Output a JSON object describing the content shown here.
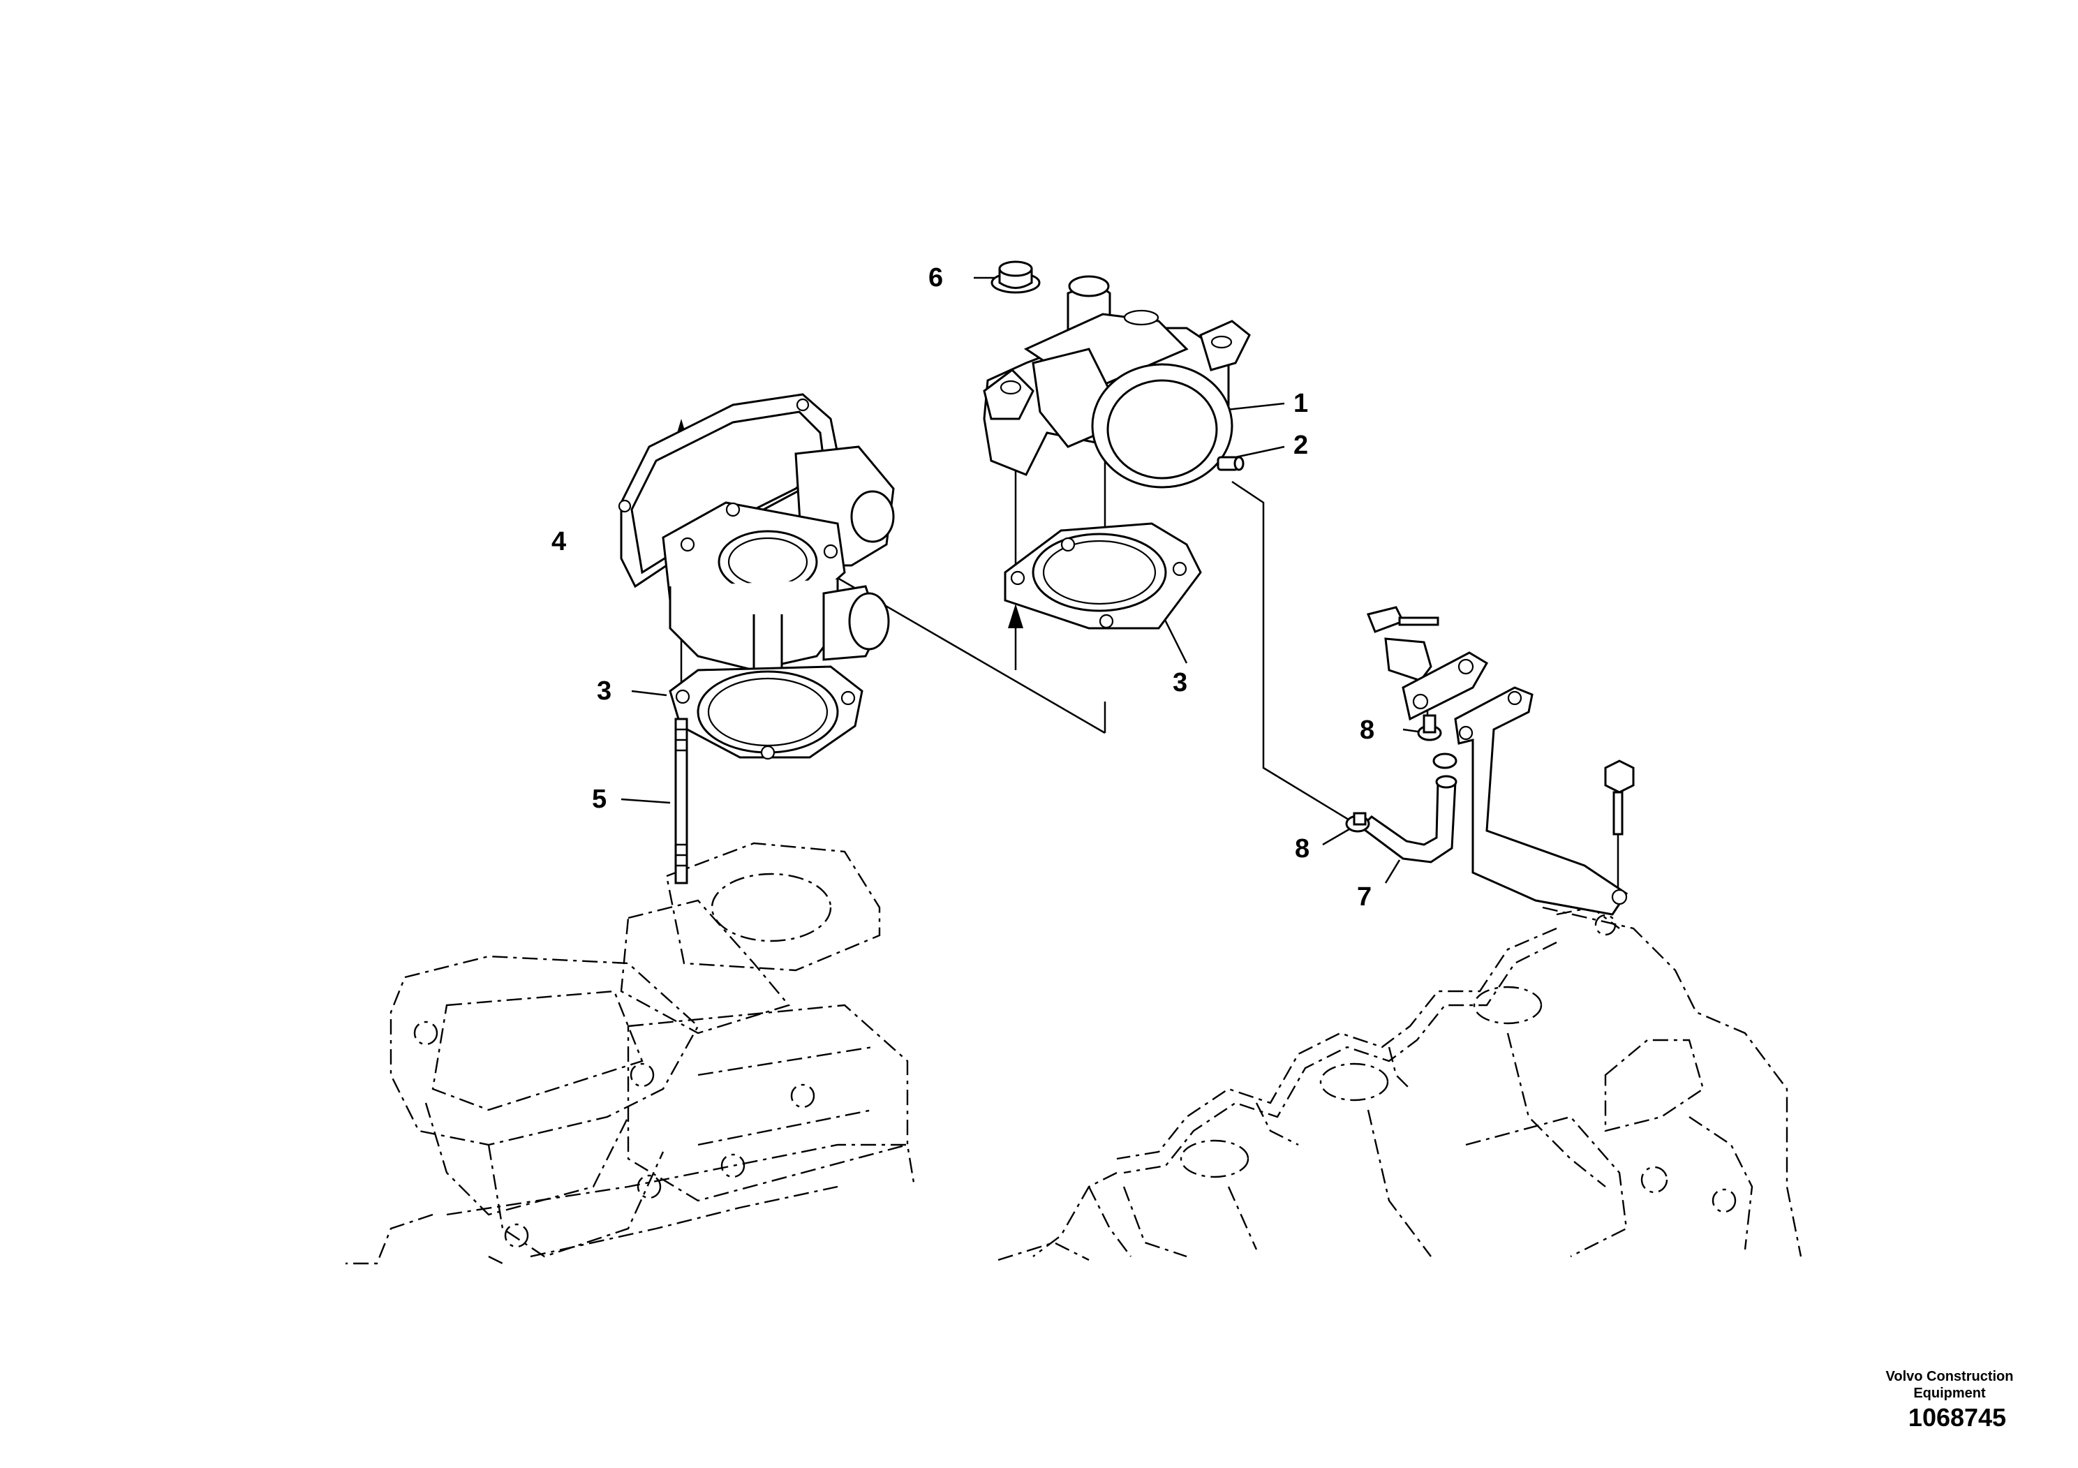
{
  "callouts": {
    "c1": "1",
    "c2": "2",
    "c3a": "3",
    "c3b": "3",
    "c4": "4",
    "c5": "5",
    "c6": "6",
    "c7": "7",
    "c8a": "8",
    "c8b": "8"
  },
  "credit": {
    "company": "Volvo Construction Equipment",
    "id": "1068745"
  }
}
